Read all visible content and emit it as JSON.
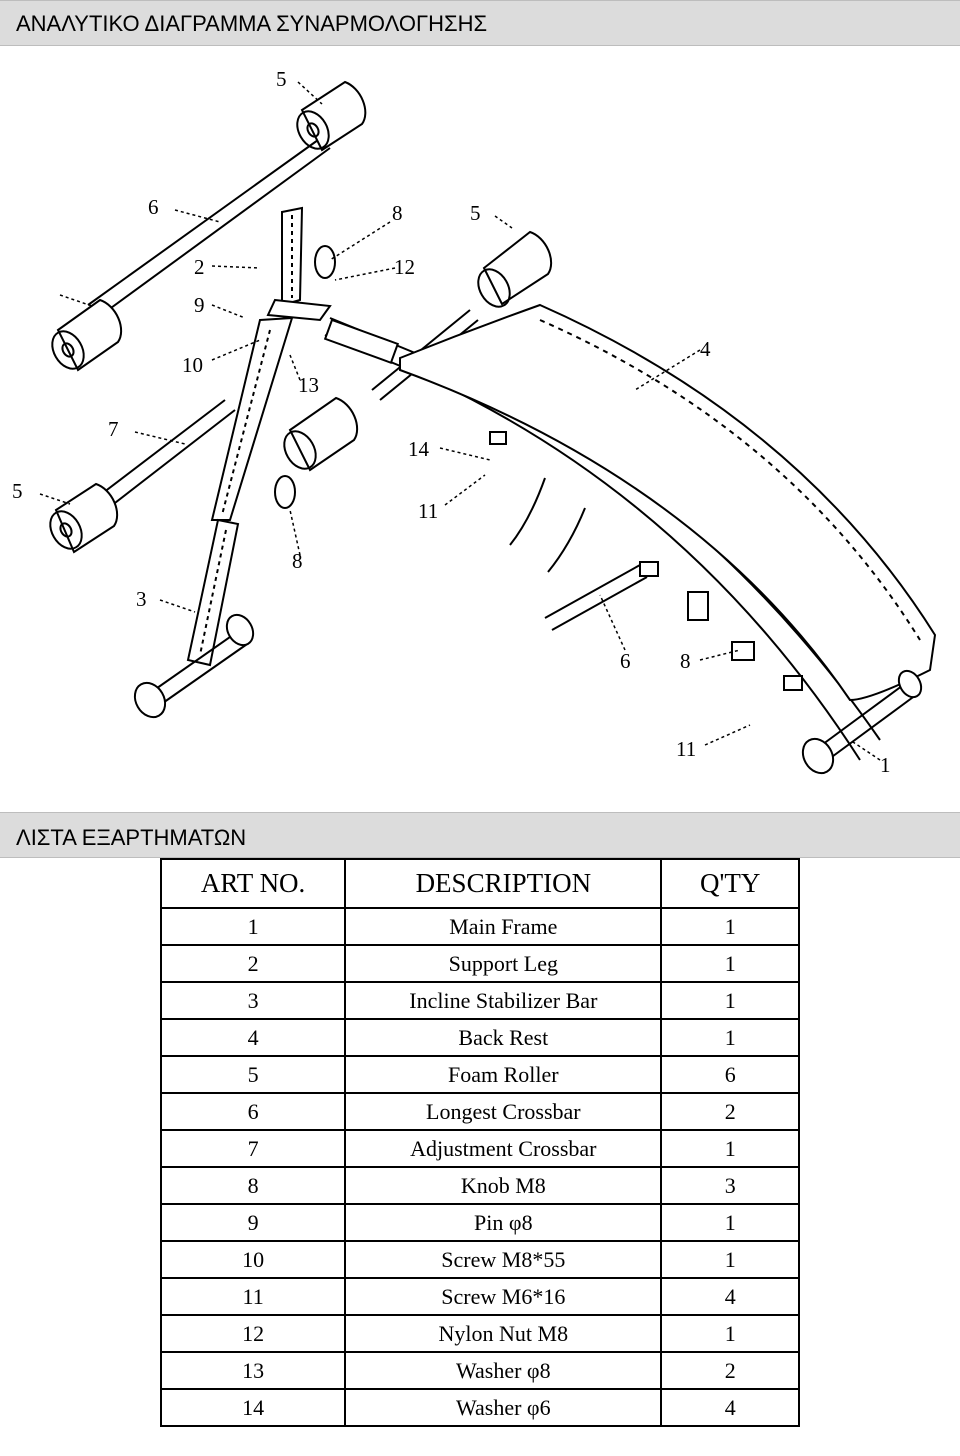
{
  "header": {
    "title": "ΑΝΑΛΥΤΙΚΟ ΔΙΑΓΡΑΜΜΑ ΣΥΝΑΡΜΟΛΟΓΗΣΗΣ"
  },
  "diagram": {
    "callouts": [
      "5",
      "6",
      "8",
      "5",
      "2",
      "12",
      "9",
      "4",
      "10",
      "13",
      "7",
      "14",
      "5",
      "11",
      "8",
      "3",
      "6",
      "8",
      "11",
      "1"
    ]
  },
  "parts_section": {
    "title": "ΛΙΣΤΑ ΕΞΑΡΤΗΜΑΤΩΝ"
  },
  "parts_table": {
    "headers": [
      "ART NO.",
      "DESCRIPTION",
      "Q'TY"
    ],
    "rows": [
      [
        "1",
        "Main Frame",
        "1"
      ],
      [
        "2",
        "Support Leg",
        "1"
      ],
      [
        "3",
        "Incline Stabilizer Bar",
        "1"
      ],
      [
        "4",
        "Back Rest",
        "1"
      ],
      [
        "5",
        "Foam Roller",
        "6"
      ],
      [
        "6",
        "Longest Crossbar",
        "2"
      ],
      [
        "7",
        "Adjustment Crossbar",
        "1"
      ],
      [
        "8",
        "Knob M8",
        "3"
      ],
      [
        "9",
        "Pin  φ8",
        "1"
      ],
      [
        "10",
        "Screw M8*55",
        "1"
      ],
      [
        "11",
        "Screw M6*16",
        "4"
      ],
      [
        "12",
        "Nylon Nut M8",
        "1"
      ],
      [
        "13",
        "Washer  φ8",
        "2"
      ],
      [
        "14",
        "Washer  φ6",
        "4"
      ]
    ]
  }
}
